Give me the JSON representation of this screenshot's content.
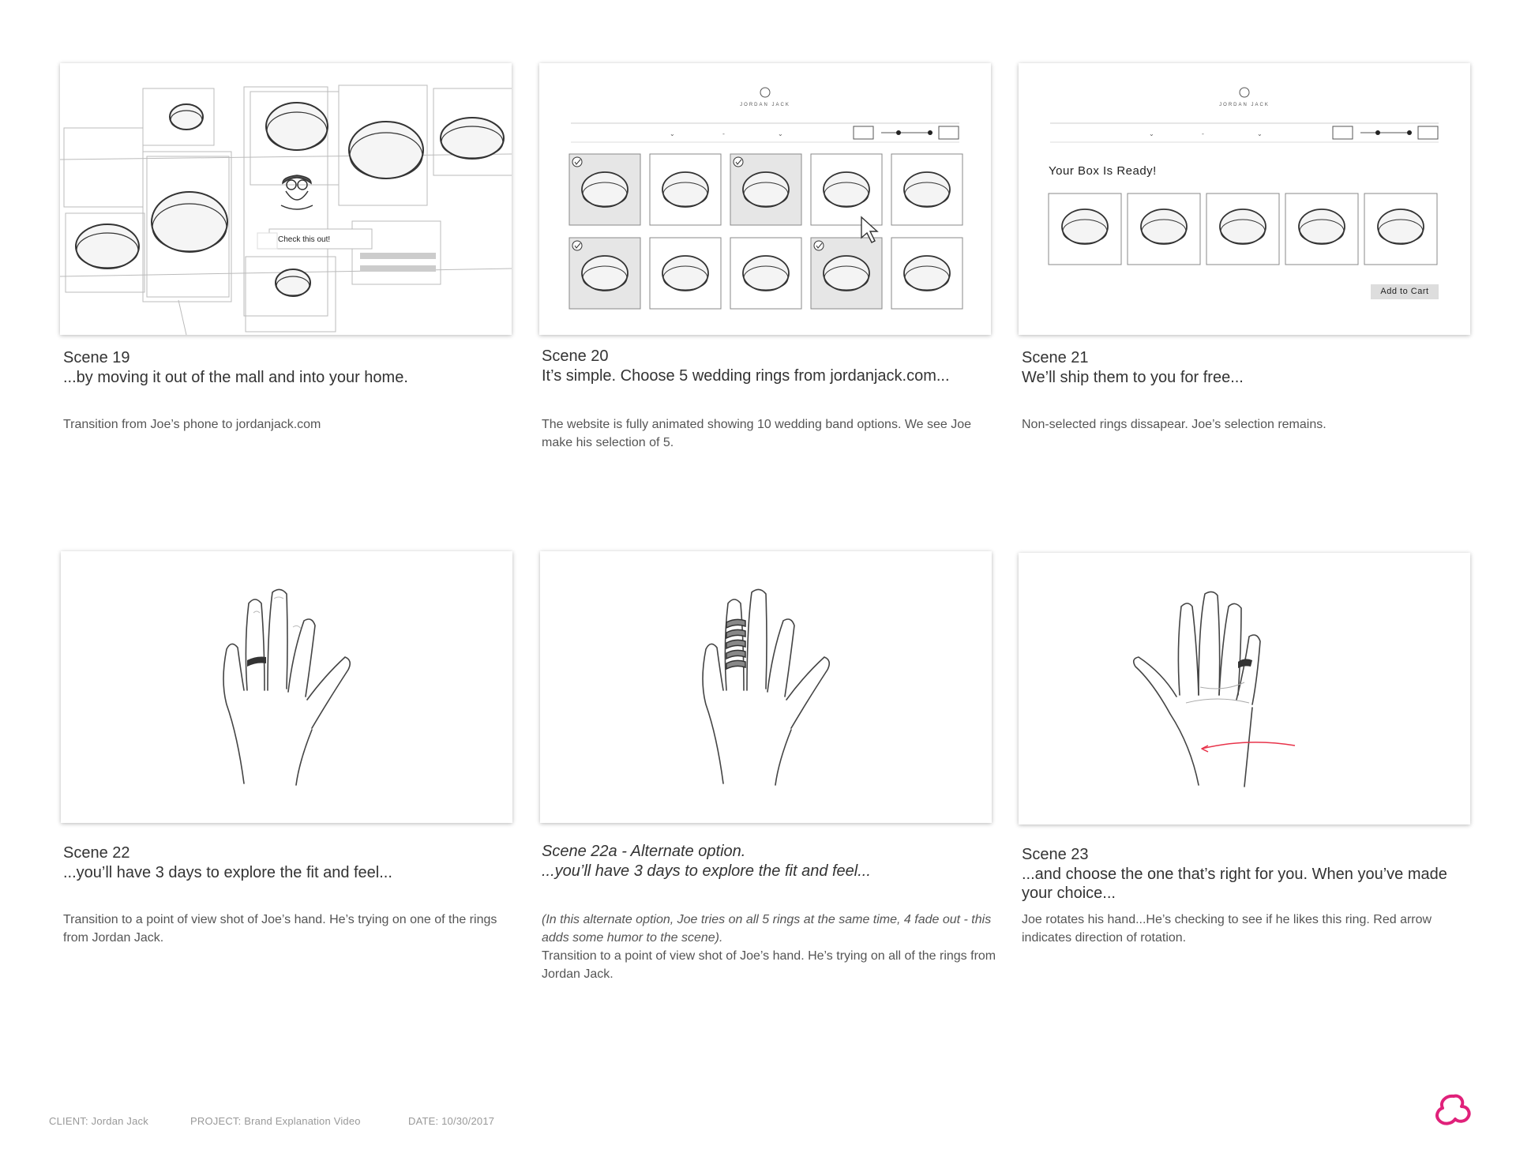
{
  "scenes": [
    {
      "title": "Scene 19",
      "subtitle": "...by moving it out of the mall and into your home.",
      "desc": "Transition from Joe’s phone to jordanjack.com"
    },
    {
      "title": "Scene 20",
      "subtitle": "It’s simple. Choose 5 wedding rings from jordanjack.com...",
      "desc": "The website is fully animated showing 10 wedding band options. We see Joe make his selection of 5."
    },
    {
      "title": "Scene 21",
      "subtitle": "We’ll ship them to you for free...",
      "desc": "Non-selected rings dissapear. Joe’s selection remains."
    },
    {
      "title": "Scene 22",
      "subtitle": "...you’ll have 3 days to explore the fit and feel...",
      "desc": "Transition to a point of view shot of Joe’s hand. He’s trying on one of  the rings from Jordan Jack."
    },
    {
      "title": "Scene 22a - Alternate option.",
      "subtitle": "...you’ll have 3 days to explore the fit and feel...",
      "desc_italic": "(In this alternate option, Joe tries on all 5 rings at the same time, 4 fade out - this adds some humor to the scene).",
      "desc": "Transition to a point of view shot of Joe’s hand. He’s trying on all of  the rings from Jordan Jack."
    },
    {
      "title": "Scene 23",
      "subtitle": "...and choose the one that’s right for you. When you’ve made your choice...",
      "desc": "Joe rotates his hand...He’s checking to see if he likes this ring. Red arrow indicates direction of rotation."
    }
  ],
  "panel19": {
    "bubble": "Check this out!"
  },
  "site": {
    "brand": "JORDAN JACK",
    "box_ready": "Your Box Is Ready!",
    "add_to_cart": "Add to Cart"
  },
  "footer": {
    "client": "CLIENT: Jordan Jack",
    "project": "PROJECT:  Brand Explanation Video",
    "date": "DATE: 10/30/2017"
  },
  "logo": {
    "icon": "pink-cloud-logo-icon",
    "color": "#e0217a"
  },
  "colors": {
    "arrow": "#e8334a",
    "selected_tile": "#e6e6e6"
  }
}
